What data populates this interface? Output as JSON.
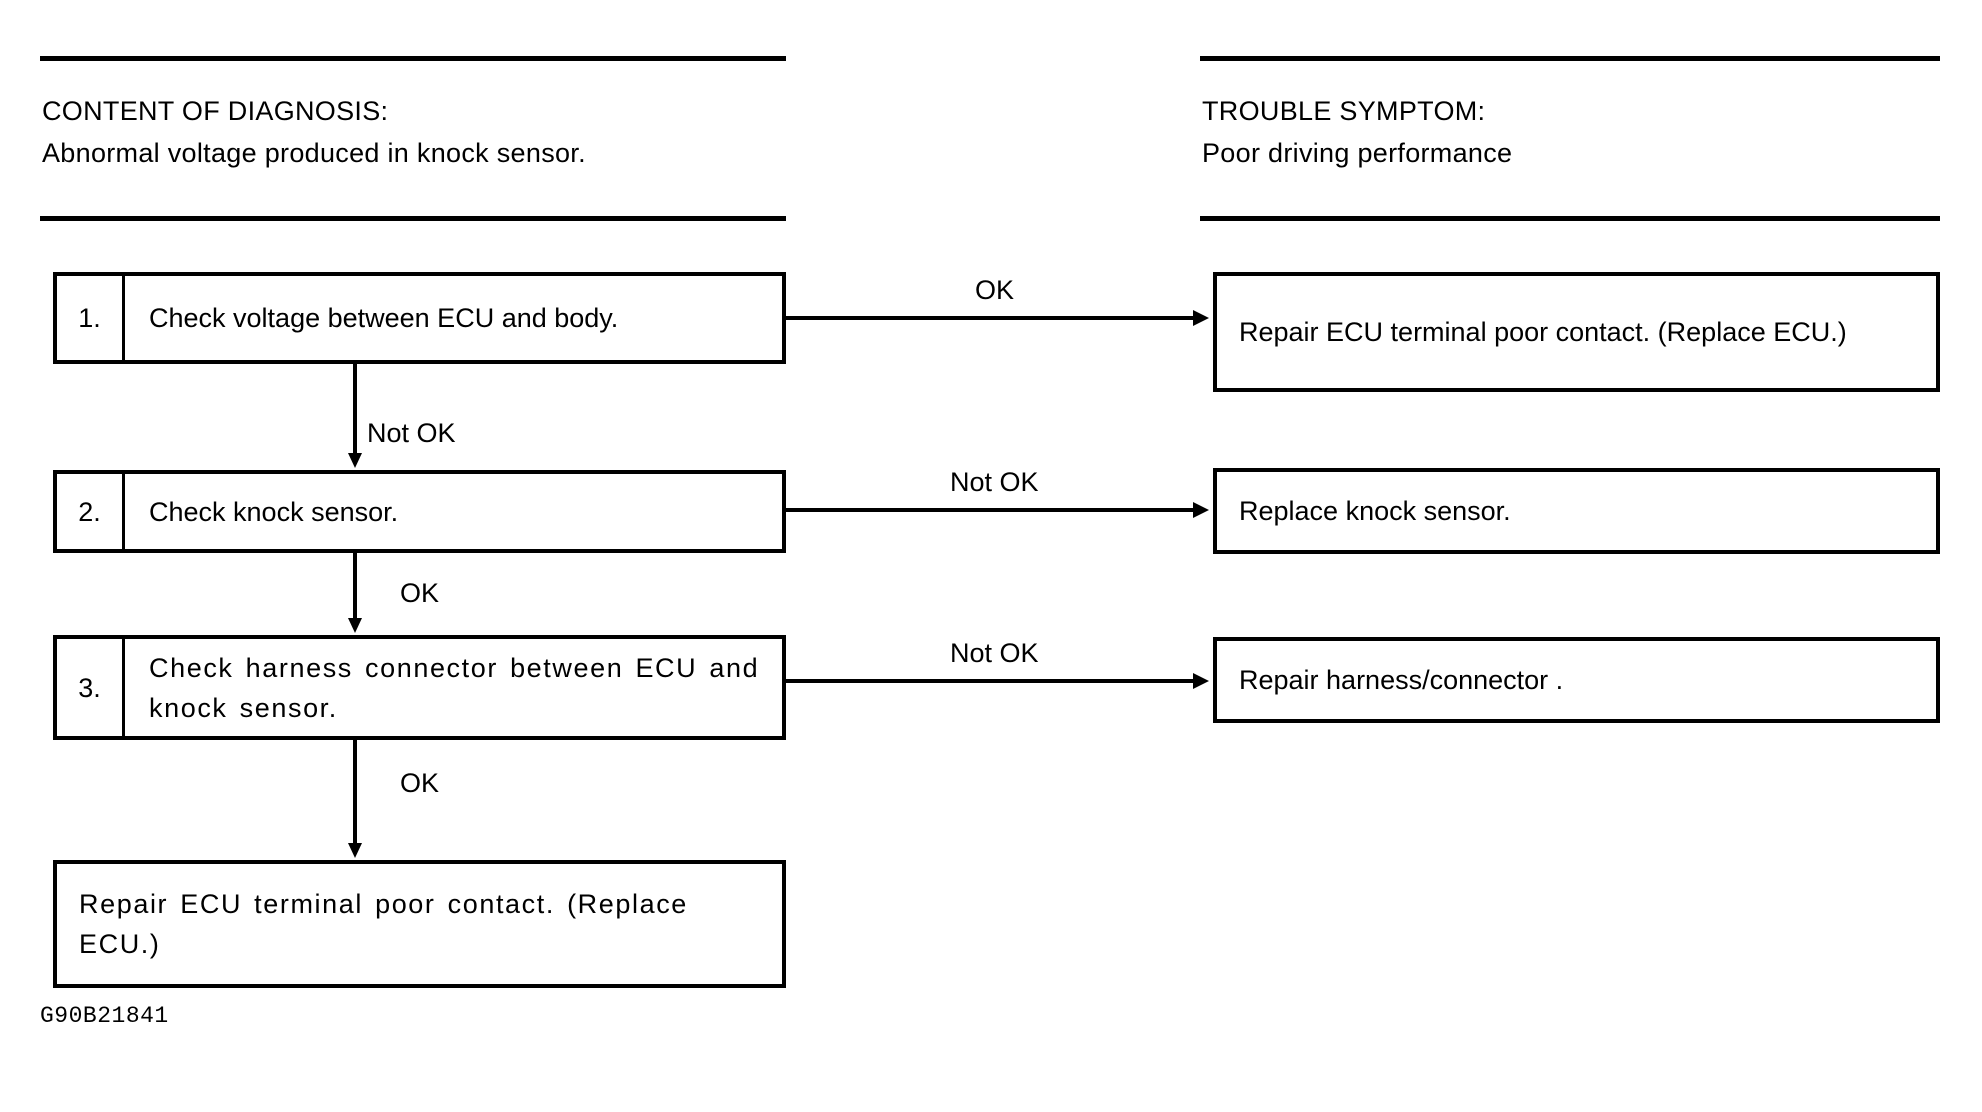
{
  "figure": {
    "caption_code": "G90B21841"
  },
  "headers": {
    "left": {
      "title": "CONTENT OF DIAGNOSIS:",
      "subtitle": "Abnormal voltage produced in knock sensor."
    },
    "right": {
      "title": "TROUBLE SYMPTOM:",
      "subtitle": "Poor driving performance"
    }
  },
  "steps": [
    {
      "number": "1.",
      "text": "Check voltage between ECU and body."
    },
    {
      "number": "2.",
      "text": "Check knock sensor."
    },
    {
      "number": "3.",
      "text": "Check harness connector between ECU and knock sensor."
    }
  ],
  "final_action": {
    "text": "Repair  ECU  terminal  poor  contact. (Replace ECU.)"
  },
  "results": [
    {
      "text": "Repair ECU terminal poor contact. (Replace ECU.)"
    },
    {
      "text": "Replace knock sensor."
    },
    {
      "text": "Repair harness/connector ."
    }
  ],
  "branch_labels": {
    "step1_right": "OK",
    "step1_down": "Not OK",
    "step2_right": "Not OK",
    "step2_down": "OK",
    "step3_right": "Not OK",
    "step3_down": "OK"
  },
  "colors": {
    "ink": "#000000",
    "paper": "#ffffff"
  }
}
